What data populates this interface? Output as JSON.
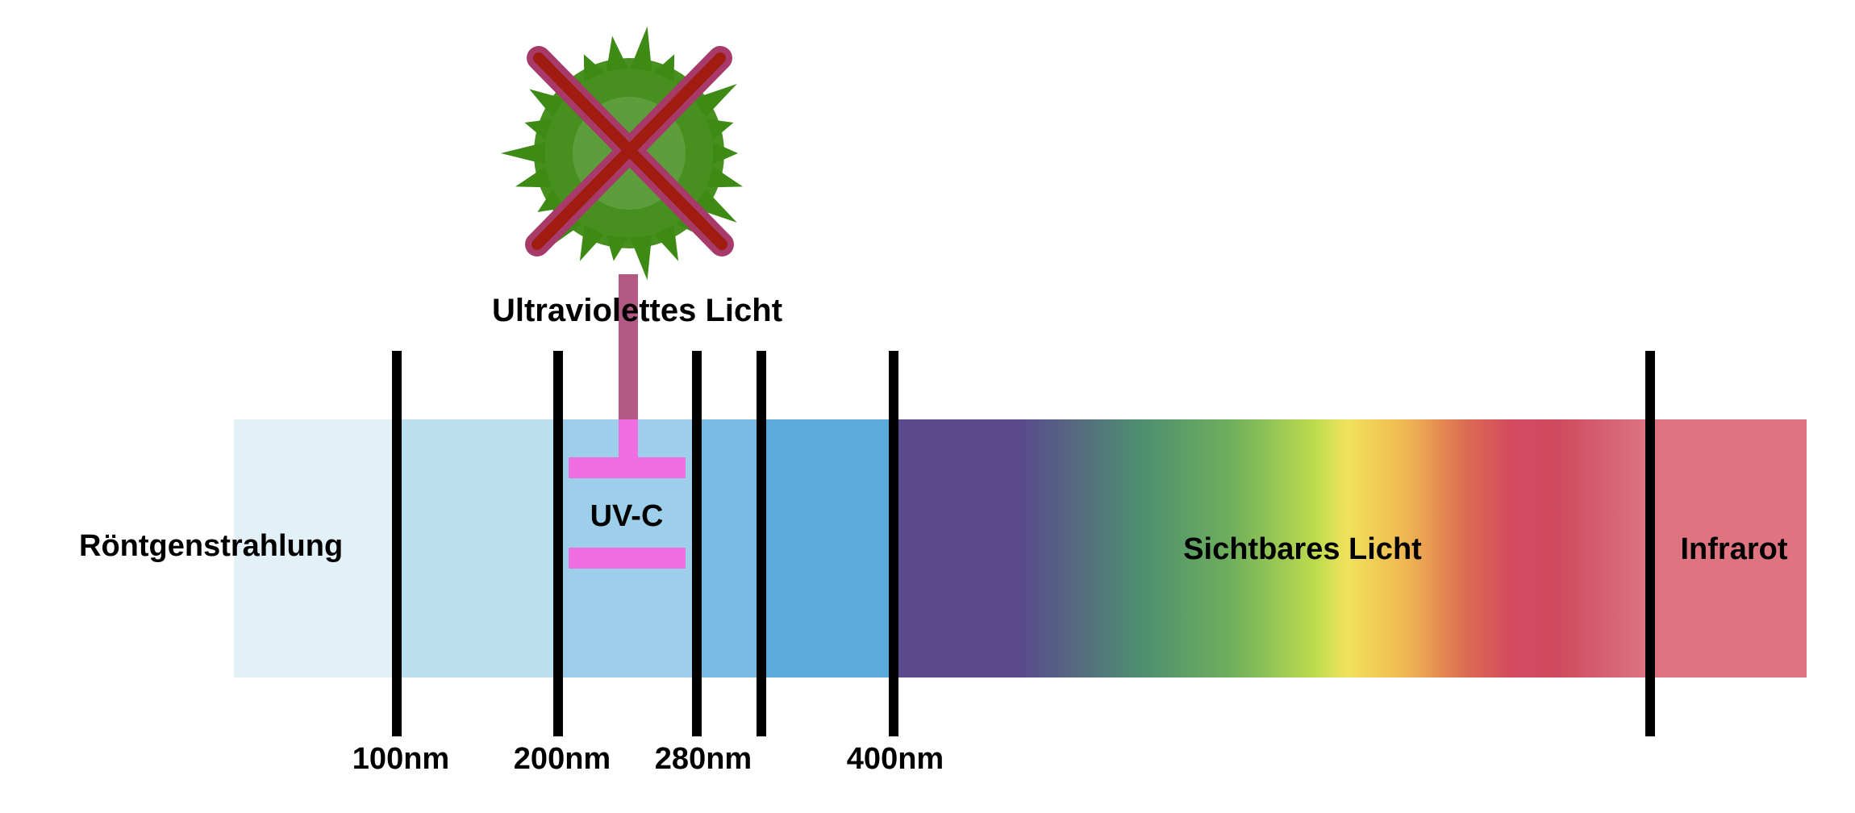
{
  "labels": {
    "uv_heading": "Ultraviolettes Licht",
    "xray": "Röntgenstrahlung",
    "uvc": "UV-C",
    "visible": "Sichtbares Licht",
    "infrared": "Infrarot"
  },
  "wavelength_ticks": [
    "100nm",
    "200nm",
    "280nm",
    "400nm"
  ],
  "band_colors": {
    "xray": "#e2f0f8",
    "uv_band_1": "#bcdff0",
    "uv_band_2": "#9ecfea",
    "uv_band_3": "#7ab9e3",
    "uv_band_4": "#5aaadb",
    "visible_gradient": [
      "#5a4a8c",
      "#5a4a8c",
      "#4d8f6e",
      "#6fb05c",
      "#bddc4e",
      "#f0e35a",
      "#efb752",
      "#dc6a52",
      "#d34a60",
      "#cf4a5e",
      "#dc7580"
    ],
    "infrared": "#dd7480"
  },
  "marker_colors": {
    "uvc_bracket": "#f06ee0",
    "uvc_stem": "#b45884",
    "cross": "#a83a6a",
    "cross_fill": "#a01c10",
    "germ": "#3d8a14"
  },
  "icons": [
    "germ-icon",
    "crossed-out-icon"
  ]
}
